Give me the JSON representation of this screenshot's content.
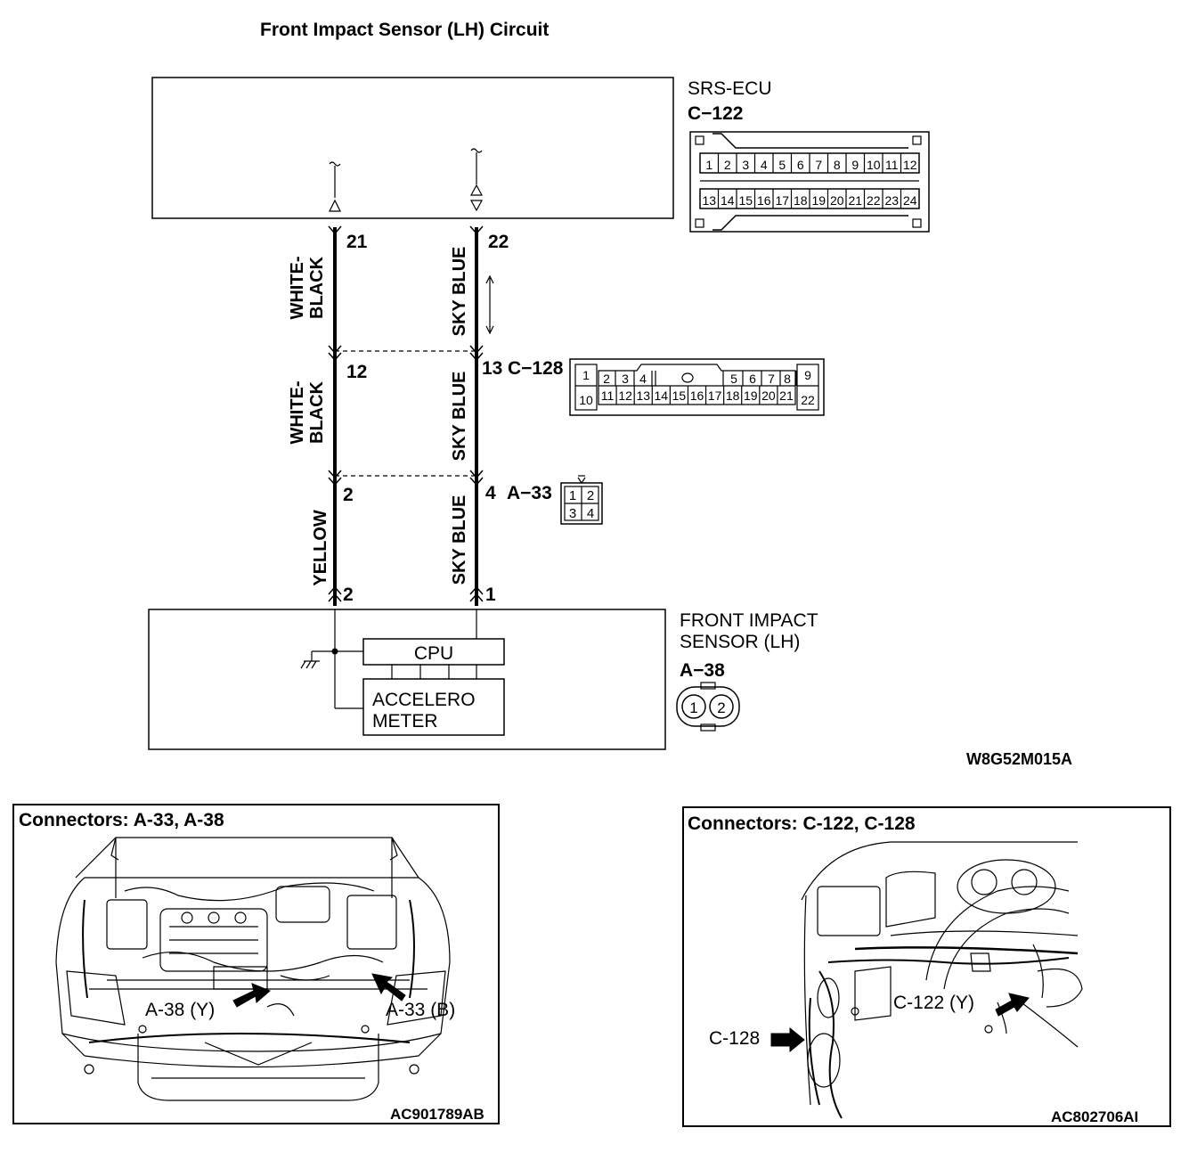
{
  "title": "Front Impact Sensor (LH) Circuit",
  "ecu": {
    "name": "SRS-ECU",
    "connector": "C−122"
  },
  "c122_pins_top": [
    "1",
    "2",
    "3",
    "4",
    "5",
    "6",
    "7",
    "8",
    "9",
    "10",
    "11",
    "12"
  ],
  "c122_pins_bottom": [
    "13",
    "14",
    "15",
    "16",
    "17",
    "18",
    "19",
    "20",
    "21",
    "22",
    "23",
    "24"
  ],
  "c128": {
    "label": "C−128",
    "top_pins": [
      "1",
      "2",
      "3",
      "4",
      "○",
      "5",
      "6",
      "7",
      "8",
      "9"
    ],
    "bottom_pins": [
      "10",
      "11",
      "12",
      "13",
      "14",
      "15",
      "16",
      "17",
      "18",
      "19",
      "20",
      "21",
      "22"
    ]
  },
  "a33": {
    "label": "A−33",
    "pins": [
      "1",
      "2",
      "3",
      "4"
    ]
  },
  "wires": {
    "left_seg1": "WHITE-\nBLACK",
    "left_seg2": "WHITE-\nBLACK",
    "left_seg3": "YELLOW",
    "right_seg1": "SKY  BLUE",
    "right_seg2": "SKY  BLUE",
    "right_seg3": "SKY  BLUE"
  },
  "pin_numbers": {
    "ecu_left": "21",
    "ecu_right": "22",
    "c128_left": "12",
    "c128_right": "13",
    "a33_left": "2",
    "a33_right": "4",
    "sensor_left": "2",
    "sensor_right": "1"
  },
  "sensor": {
    "name_line1": "FRONT IMPACT",
    "name_line2": "SENSOR (LH)",
    "connector": "A−38",
    "cpu": "CPU",
    "accel_line1": "ACCELERO",
    "accel_line2": "METER",
    "pins": [
      "1",
      "2"
    ]
  },
  "diagram_code": "W8G52M015A",
  "panel_left": {
    "title": "Connectors: A-33, A-38",
    "label_a38": "A-38 (Y)",
    "label_a33": "A-33 (B)",
    "code": "AC901789AB"
  },
  "panel_right": {
    "title": "Connectors: C-122, C-128",
    "label_c122": "C-122 (Y)",
    "label_c128": "C-128",
    "code": "AC802706AI"
  }
}
